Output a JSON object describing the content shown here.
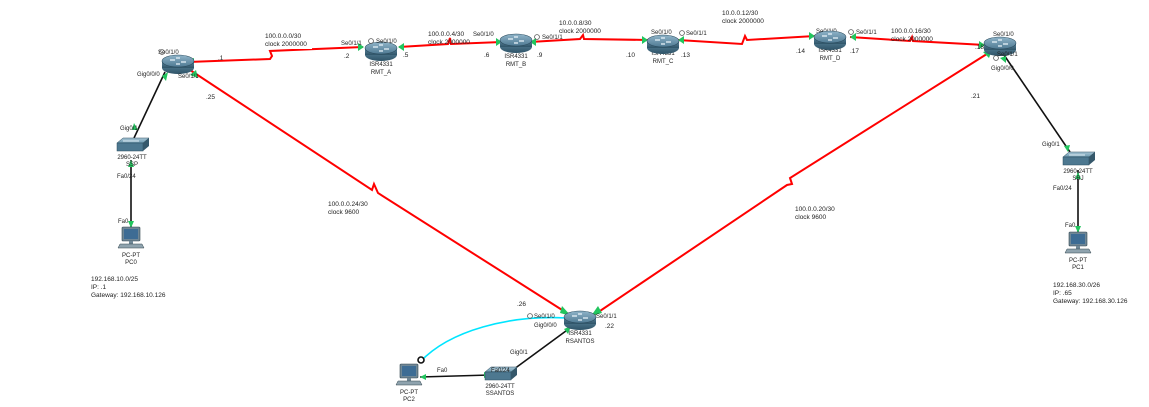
{
  "colors": {
    "serial_link": "#ff0000",
    "ethernet_link": "#111111",
    "console_link": "#00e5ff",
    "port_up": "#22c55e",
    "port_warn": "#d97706"
  },
  "devices": {
    "router_left": {
      "model": "",
      "name": ""
    },
    "rmt_a": {
      "model": "ISR4331",
      "name": "RMT_A"
    },
    "rmt_b": {
      "model": "ISR4331",
      "name": "RMT_B"
    },
    "rmt_c": {
      "model": "ISR4331",
      "name": "RMT_C"
    },
    "rmt_d": {
      "model": "ISR4331",
      "name": "RMT_D"
    },
    "router_right": {
      "model": "",
      "name": ""
    },
    "rsantos": {
      "model": "ISR4331",
      "name": "RSANTOS"
    },
    "sw_left": {
      "model": "2960-24TT",
      "name": "SSP"
    },
    "sw_right": {
      "model": "2960-24TT",
      "name": "SRJ"
    },
    "sw_bottom": {
      "model": "2960-24TT",
      "name": "SSANTOS"
    },
    "pc0": {
      "model": "PC-PT",
      "name": "PC0"
    },
    "pc1": {
      "model": "PC-PT",
      "name": "PC1"
    },
    "pc2": {
      "model": "PC-PT",
      "name": "PC2"
    }
  },
  "ports": {
    "left_se010": "Se0/1/0",
    "left_se011": "Se0/1/1",
    "left_gig000": "Gig0/0/0",
    "ssp_gig01": "Gig0/1",
    "ssp_fa024": "Fa0/24",
    "pc0_fa0": "Fa0",
    "rmta_se011": "Se0/1/1",
    "rmta_se010": "Se0/1/0",
    "rmtb_se010": "Se0/1/0",
    "rmtb_se011": "Se0/1/1",
    "rmtc_se010": "Se0/1/0",
    "rmtc_se011": "Se0/1/1",
    "rmtd_se010": "Se0/1/0",
    "rmtd_se011": "Se0/1/1",
    "right_se010": "Se0/1/0",
    "right_se011": "Se0/1/1",
    "right_gig000": "Gig0/0/0",
    "srj_gig01": "Gig0/1",
    "srj_fa024": "Fa0/24",
    "pc1_fa0": "Fa0",
    "rsantos_se010": "Se0/1/0",
    "rsantos_se011": "Se0/1/1",
    "rsantos_gig000": "Gig0/0/0",
    "ssantos_gig01": "Gig0/1",
    "ssantos_fa024": "Fa0/24",
    "pc2_fa0": "Fa0"
  },
  "ip_suffixes": {
    "left_to_a": ".1",
    "a_left": ".2",
    "a_to_b": ".5",
    "b_left": ".6",
    "b_right": ".9",
    "c_left": ".10",
    "c_right": ".13",
    "d_left": ".14",
    "d_right": ".17",
    "right_left": ".18",
    "right_down": ".21",
    "left_down": ".25",
    "rsantos_left": ".26",
    "rsantos_right": ".22"
  },
  "links": {
    "left_a": {
      "network": "100.0.0.0/30",
      "clock": "clock 2000000"
    },
    "a_b": {
      "network": "100.0.0.4/30",
      "clock": "clock 2000000"
    },
    "b_c": {
      "network": "10.0.0.8/30",
      "clock": "clock 2000000"
    },
    "c_d": {
      "network": "10.0.0.12/30",
      "clock": "clock 2000000"
    },
    "d_right": {
      "network": "100.0.0.16/30",
      "clock": "clock 2000000"
    },
    "left_rs": {
      "network": "100.0.0.24/30",
      "clock": "clock 9600"
    },
    "right_rs": {
      "network": "100.0.0.20/30",
      "clock": "clock 9600"
    }
  },
  "notes": {
    "pc0": {
      "network": "192.168.10.0/25",
      "ip": "IP: .1",
      "gateway": "Gateway: 192.168.10.126"
    },
    "pc1": {
      "network": "192.168.30.0/26",
      "ip": "IP: .65",
      "gateway": "Gateway: 192.168.30.126"
    }
  }
}
